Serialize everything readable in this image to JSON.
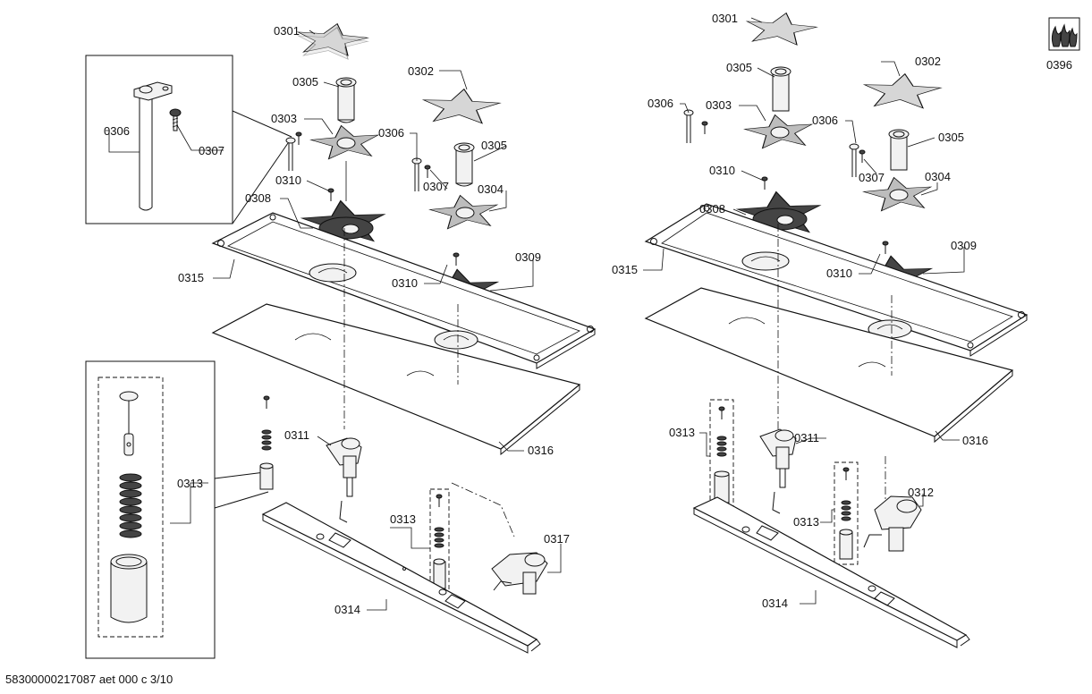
{
  "labels": {
    "l0301a": "0301",
    "l0302a": "0302",
    "l0305a": "0305",
    "l0303a": "0303",
    "l0306a": "0306",
    "l0307a": "0307",
    "l0306b": "0306",
    "l0307b": "0307",
    "l0310a": "0310",
    "l0305b": "0305",
    "l0304a": "0304",
    "l0308a": "0308",
    "l0315a": "0315",
    "l0310b": "0310",
    "l0309a": "0309",
    "l0311a": "0311",
    "l0316a": "0316",
    "l0313a": "0313",
    "l0313b": "0313",
    "l0317": "0317",
    "l0314a": "0314",
    "l0301b": "0301",
    "l0302b": "0302",
    "l0305c": "0305",
    "l0306c": "0306",
    "l0303b": "0303",
    "l0306d": "0306",
    "l0305d": "0305",
    "l0307c": "0307",
    "l0310c": "0310",
    "l0304b": "0304",
    "l0308b": "0308",
    "l0315b": "0315",
    "l0310d": "0310",
    "l0309b": "0309",
    "l0313c": "0313",
    "l0311b": "0311",
    "l0316b": "0316",
    "l0312": "0312",
    "l0313d": "0313",
    "l0314b": "0314",
    "l0396": "0396"
  },
  "footer": "58300000217087 aet 000 c 3/10"
}
